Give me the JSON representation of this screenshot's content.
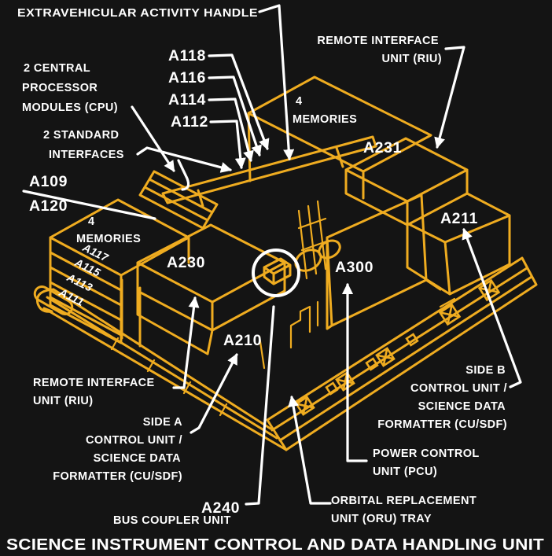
{
  "colors": {
    "background": "#141414",
    "line_art": "#EFAC20",
    "text": "#FFFFFF",
    "leader_lines": "#FFFFFF"
  },
  "footer_title": "SCIENCE INSTRUMENT CONTROL AND DATA HANDLING UNIT",
  "labels": {
    "eva_handle": "EXTRAVEHICULAR ACTIVITY HANDLE",
    "riu_top": {
      "l1": "REMOTE INTERFACE",
      "l2": "UNIT (RIU)"
    },
    "module_a118": "A118",
    "module_a116": "A116",
    "module_a114": "A114",
    "module_a112": "A112",
    "cpu": {
      "l1": "2 CENTRAL",
      "l2": "PROCESSOR",
      "l3": "MODULES (CPU)"
    },
    "std_interfaces": {
      "l1": "2 STANDARD",
      "l2": "INTERFACES"
    },
    "module_a109": "A109",
    "module_a120": "A120",
    "memories_left": {
      "l1": "4",
      "l2": "MEMORIES"
    },
    "memories_right": {
      "l1": "4",
      "l2": "MEMORIES"
    },
    "shelf_a117": "A117",
    "shelf_a115": "A115",
    "shelf_a113": "A113",
    "shelf_a111": "A111",
    "box_a230": "A230",
    "box_a300": "A300",
    "box_a231": "A231",
    "box_a211": "A211",
    "box_a210": "A210",
    "riu_bottom": {
      "l1": "REMOTE INTERFACE",
      "l2": "UNIT (RIU)"
    },
    "side_a": {
      "l1": "SIDE A",
      "l2": "CONTROL UNIT /",
      "l3": "SCIENCE DATA",
      "l4": "FORMATTER (CU/SDF)"
    },
    "side_b": {
      "l1": "SIDE B",
      "l2": "CONTROL UNIT /",
      "l3": "SCIENCE DATA",
      "l4": "FORMATTER (CU/SDF)"
    },
    "pcu": {
      "l1": "POWER CONTROL",
      "l2": "UNIT (PCU)"
    },
    "oru_tray": {
      "l1": "ORBITAL REPLACEMENT",
      "l2": "UNIT (ORU) TRAY"
    },
    "module_a240": "A240",
    "bus_coupler": "BUS COUPLER UNIT"
  }
}
